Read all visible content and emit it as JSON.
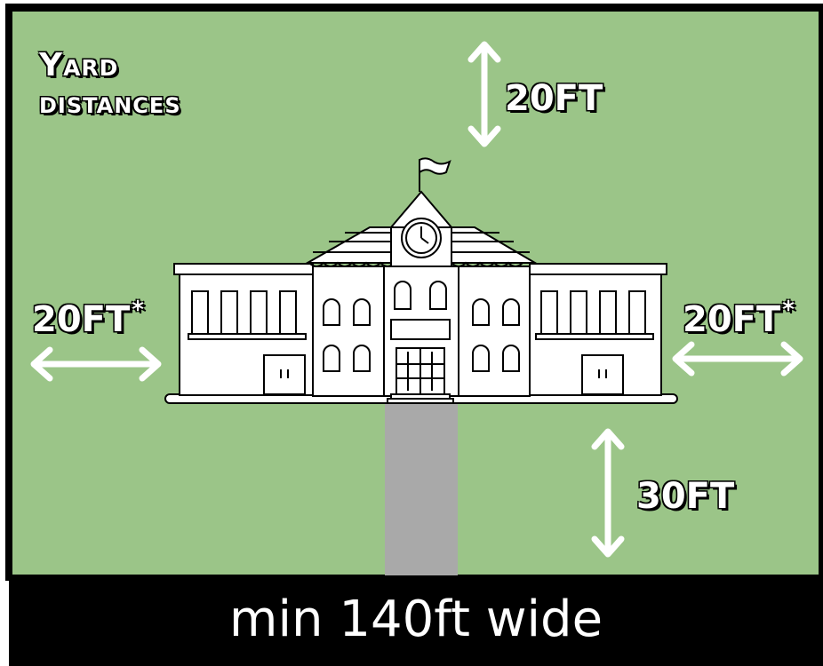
{
  "title": {
    "line1": "Yard",
    "line2": "distances"
  },
  "distances": {
    "top": "20FT",
    "left": "20FT",
    "left_note": "*",
    "right": "20FT",
    "right_note": "*",
    "bottom": "30FT"
  },
  "footer": {
    "text": "min 140ft wide"
  },
  "colors": {
    "lawn": "#9bc588",
    "walkway": "#a9a9a9",
    "frame": "#000000",
    "arrow": "#ffffff",
    "building": "#ffffff"
  },
  "icons": [
    "school-building-icon",
    "flag-icon",
    "clock-icon"
  ]
}
